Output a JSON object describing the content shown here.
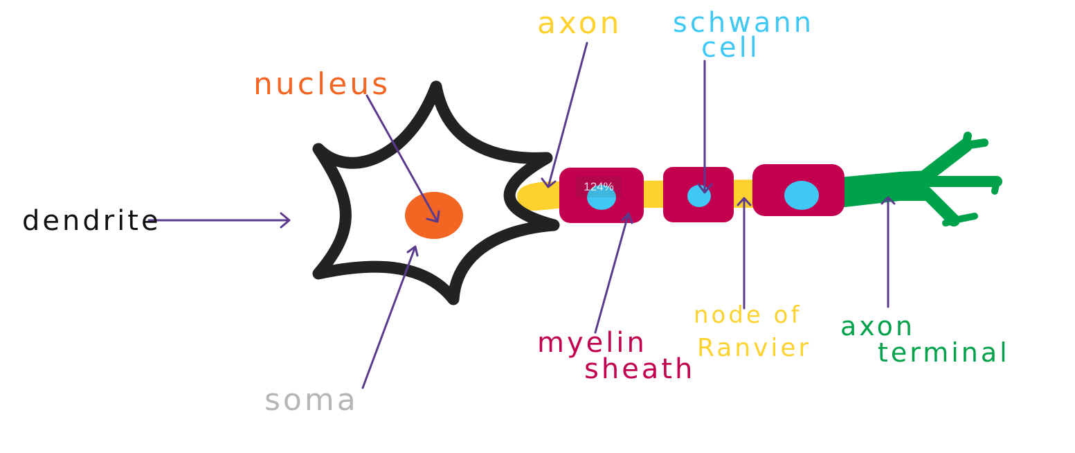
{
  "labels": {
    "dendrite": "dendrite",
    "nucleus": "nucleus",
    "soma": "soma",
    "axon": "axon",
    "schwann_line1": "schwann",
    "schwann_line2": "cell",
    "myelin_line1": "myelin",
    "myelin_line2": "sheath",
    "ranvier_line1": "node of",
    "ranvier_line2": "Ranvier",
    "terminal_line1": "axon",
    "terminal_line2": "terminal"
  },
  "zoom_indicator": "124%",
  "colors": {
    "outline": "#222222",
    "nucleus": "#f26522",
    "axon": "#fdd22f",
    "myelin": "#c2004f",
    "schwann_nucleus": "#40c8f4",
    "terminal": "#00a14b",
    "arrow": "#5b3a8e",
    "soma_label": "#b5b5b5",
    "dendrite_label": "#111111"
  }
}
